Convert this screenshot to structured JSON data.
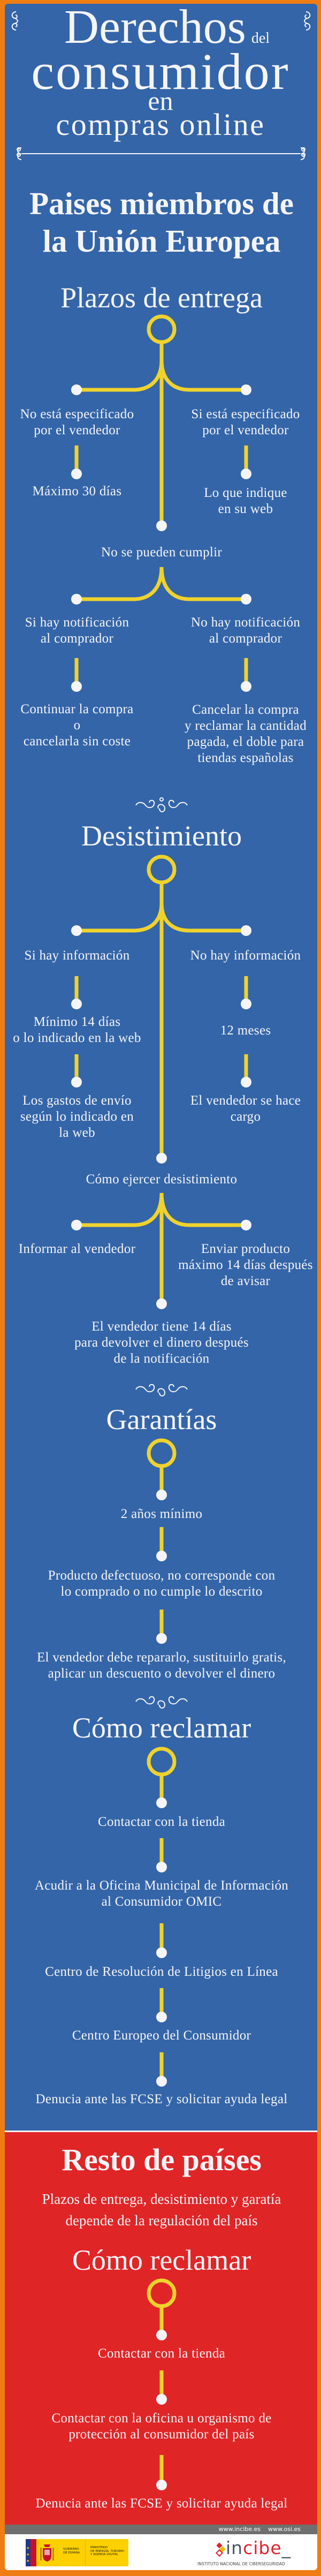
{
  "colors": {
    "frame": "#ef7d14",
    "eu_panel": "#3465a8",
    "rest_panel": "#e02527",
    "connector": "#f0d22d",
    "node": "#f5f5f7",
    "text": "#f5f5f7"
  },
  "header": {
    "title_line1": "Derechos",
    "title_small": "del",
    "title_line2": "consumidor",
    "title_line3": "en",
    "title_line4": "compras online"
  },
  "eu": {
    "heading": "Paises miembros de\nla Unión Europea",
    "plazos": {
      "title": "Plazos de entrega",
      "left_1": "No está especificado\npor el vendedor",
      "right_1": "Si está especificado\npor el vendedor",
      "left_2": "Máximo 30 días",
      "right_2": "Lo que indique\nen su web",
      "center_1": "No se pueden cumplir",
      "left_3": "Si hay notificación\nal comprador",
      "right_3": "No hay notificación\nal comprador",
      "left_4": "Continuar la compra\no\ncancelarla sin coste",
      "right_4": "Cancelar la compra\ny reclamar la cantidad\npagada, el doble para\ntiendas españolas"
    },
    "desistimiento": {
      "title": "Desistimiento",
      "left_1": "Si hay información",
      "right_1": "No hay información",
      "left_2": "Mínimo 14 días\no lo indicado en la web",
      "right_2": "12 meses",
      "left_3": "Los gastos de envío\nsegún lo indicado en\nla web",
      "right_3": "El vendedor se hace\ncargo",
      "center_1": "Cómo ejercer desistimiento",
      "left_4": "Informar al vendedor",
      "right_4": "Enviar producto\nmáximo 14 días después\nde avisar",
      "center_2": "El vendedor tiene 14 días\npara devolver el dinero después\nde la notificación"
    },
    "garantias": {
      "title": "Garantías",
      "steps": [
        "2 años mínimo",
        "Producto defectuoso, no corresponde con\nlo comprado o no cumple lo descrito",
        "El vendedor debe repararlo, sustituirlo gratis,\naplicar un descuento o devolver el dinero"
      ]
    },
    "reclamar": {
      "title": "Cómo reclamar",
      "steps": [
        "Contactar con la tienda",
        "Acudir a la Oficina Municipal de Información\nal Consumidor OMIC",
        "Centro de Resolución de Litigios en Línea",
        "Centro Europeo del Consumidor",
        "Denucia ante las FCSE y solicitar ayuda legal"
      ]
    }
  },
  "rest": {
    "heading": "Resto de países",
    "subtitle": "Plazos de entrega, desistimiento y garatía\ndepende de la regulación del país",
    "reclamar": {
      "title": "Cómo reclamar",
      "steps": [
        "Contactar con la tienda",
        "Contactar con la oficina u organismo de\nprotección al consumidor del país",
        "Denucia ante las FCSE y solicitar ayuda legal"
      ]
    }
  },
  "footer": {
    "urls": [
      "www.incibe.es",
      "www.osi.es"
    ],
    "gobierno": "GOBIERNO\nDE ESPAÑA",
    "ministerio": "MINISTERIO\nDE ENERGÍA, TURISMO\nY AGENDA DIGITAL",
    "incibe_logo": "incibe_",
    "incibe_subtitle": "INSTITUTO NACIONAL DE CIBERSEGURIDAD"
  }
}
